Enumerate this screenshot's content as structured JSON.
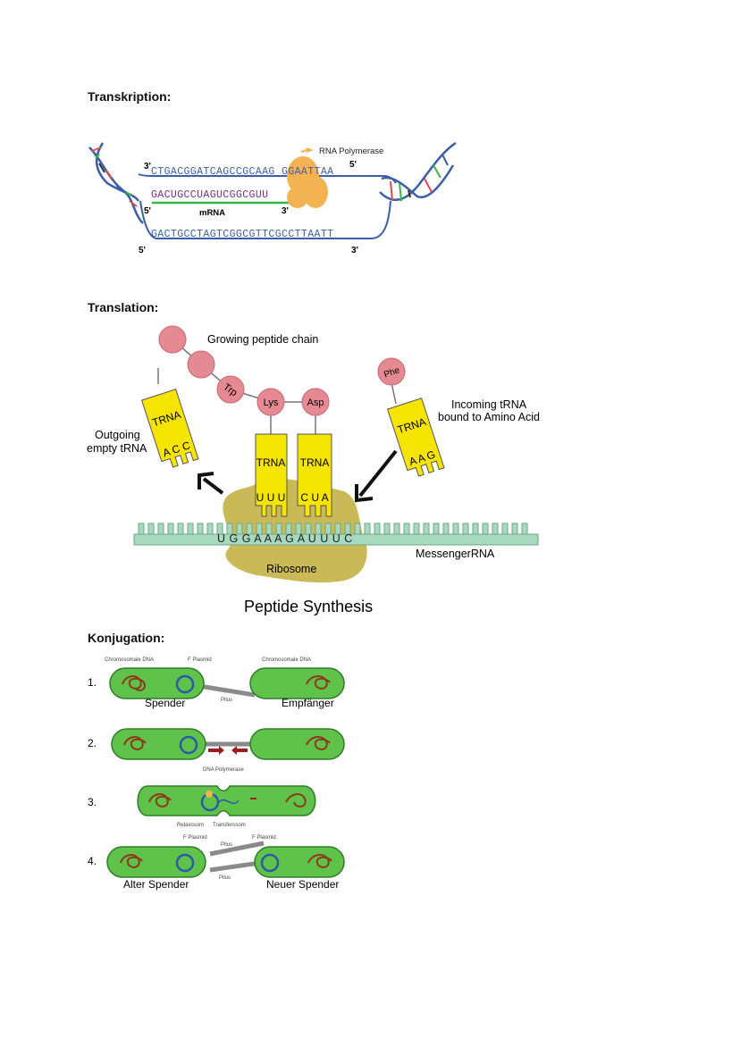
{
  "headings": {
    "transcription": "Transkription:",
    "translation": "Translation:",
    "conjugation": "Konjugation:"
  },
  "transcription": {
    "polymerase_label": "RNA Polymerase",
    "top_left_end": "3'",
    "top_right_end": "5'",
    "mrna_left_end": "5'",
    "mrna_right_end": "3'",
    "bottom_left_end": "5'",
    "bottom_right_end": "3'",
    "mrna_label": "mRNA",
    "template_strand": "CTGACGGATCAGCCGCAAG GGAATTAA",
    "mrna_strand": "GACUGCCUAGUCGGCGUU",
    "coding_strand": "GACTGCCTAGTCGGCGTTCGCCTTAATT"
  },
  "translation": {
    "growing_chain_label": "Growing peptide chain",
    "amino_trp": "Trp",
    "amino_lys": "Lys",
    "amino_asp": "Asp",
    "amino_phe": "Phe",
    "trna_label": "TRNA",
    "outgoing_label_1": "Outgoing",
    "outgoing_label_2": "empty tRNA",
    "outgoing_anticodon": "A C C",
    "left_anticodon": "U U U",
    "right_anticodon": "C U A",
    "incoming_label_1": "Incoming  tRNA",
    "incoming_label_2": "bound to Amino Acid",
    "incoming_anticodon": "A A G",
    "mrna_sequence": "U G G A A A G A U U U C",
    "mrna_label": "MessengerRNA",
    "ribosome_label": "Ribosome",
    "title": "Peptide Synthesis"
  },
  "conjugation": {
    "step1": "1.",
    "step2": "2.",
    "step3": "3.",
    "step4": "4.",
    "chromosomal_dna_1": "Chromosomale DNA",
    "f_plasmid_1": "F Plasmid",
    "chromosomal_dna_2": "Chromosomale DNA",
    "pilus_1": "Pilus",
    "donor": "Spender",
    "recipient": "Empfänger",
    "dna_polymerase": "DNA Polymerase",
    "relaxosome": "Relaxosom",
    "transferosome": "Transferosom",
    "f_plasmid_4a": "F Plasmid",
    "f_plasmid_4b": "F Plasmid",
    "pilus_4a": "Pilus",
    "pilus_4b": "Pilus",
    "old_donor": "Alter Spender",
    "new_donor": "Neuer Spender"
  }
}
